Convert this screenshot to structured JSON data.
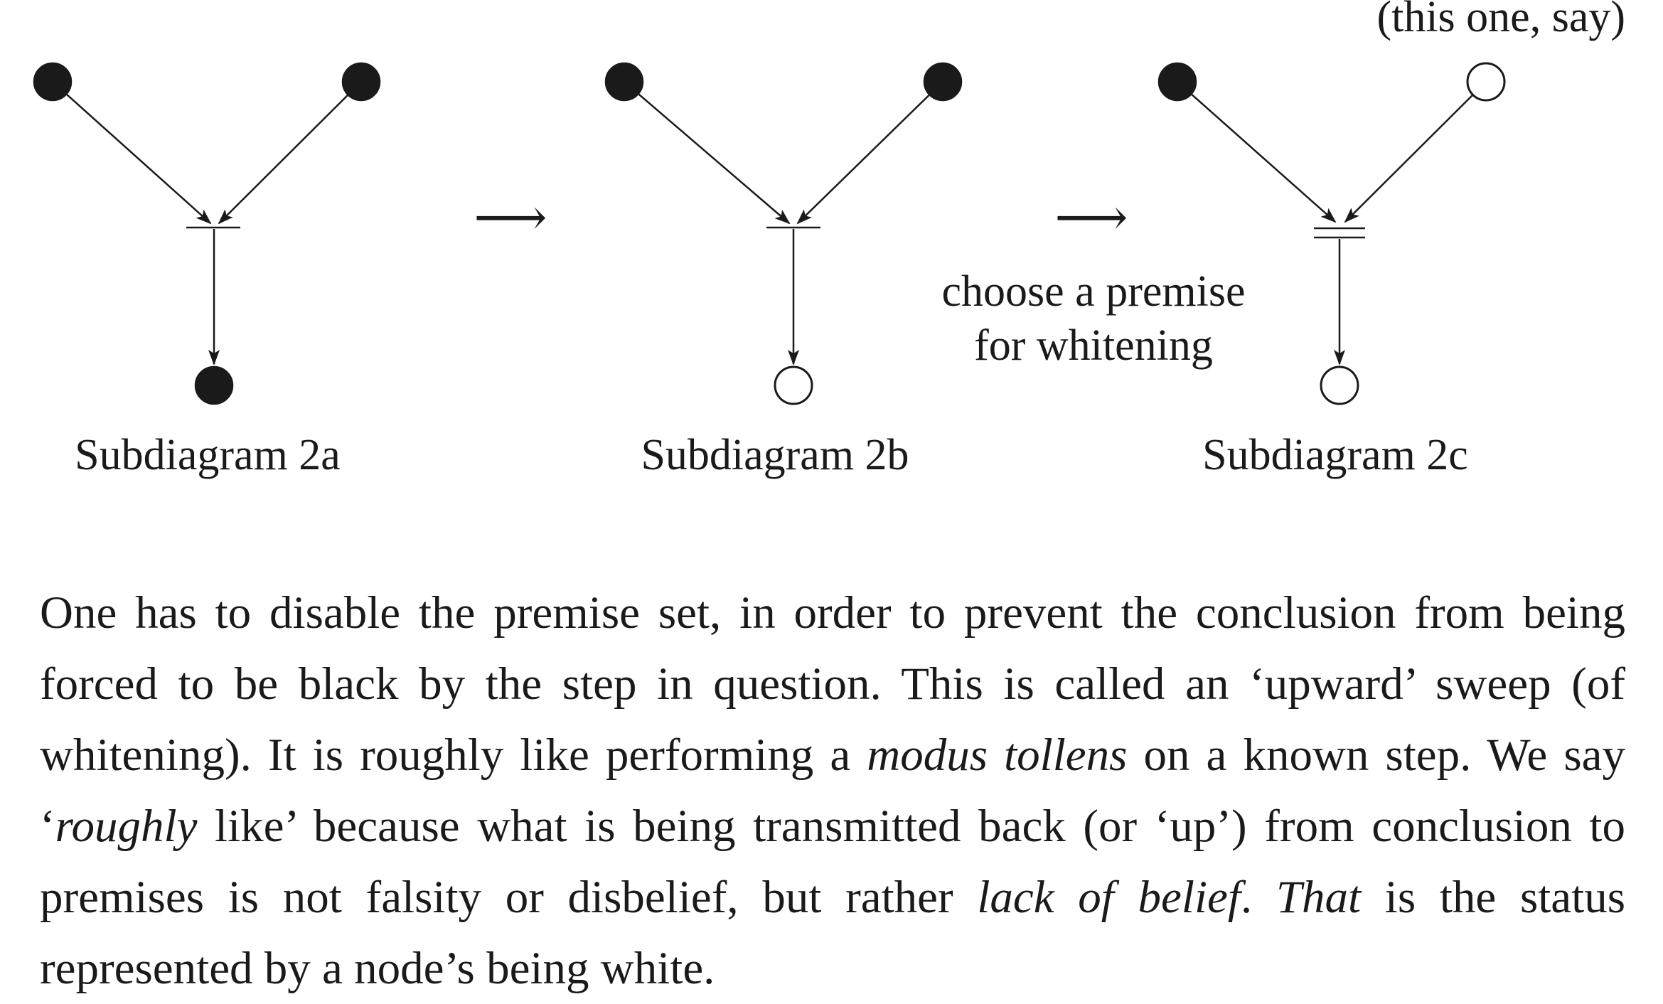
{
  "figure": {
    "subdiagrams": [
      {
        "caption": "Subdiagram 2a",
        "premise_left": "black",
        "premise_right": "black",
        "conclusion": "black",
        "inference_bar": "single"
      },
      {
        "caption": "Subdiagram 2b",
        "premise_left": "black",
        "premise_right": "black",
        "conclusion": "white",
        "inference_bar": "single"
      },
      {
        "caption": "Subdiagram 2c",
        "premise_left": "black",
        "premise_right": "white",
        "conclusion": "white",
        "inference_bar": "double"
      }
    ],
    "transition_arrow": "⟶",
    "note_line1": "choose a premise",
    "note_line2": "for whitening",
    "top_note": "(this one, say)",
    "colors": {
      "black_node": "#1a1a1a",
      "white_node": "#ffffff",
      "stroke": "#1a1a1a"
    }
  },
  "paragraph": {
    "s1": "One has to disable the premise set, in order to prevent the conclusion from being forced to be black by the step in question. This is called an ‘upward’ sweep (of whitening). It is roughly like performing a ",
    "e1": "modus tollens",
    "s2": " on a known step. We say ‘",
    "e2": "roughly",
    "s3": " like’ because what is being transmitted back (or ‘up’) from conclusion to premises is not falsity or disbelief, but rather ",
    "e3": "lack of belief",
    "s4": ". ",
    "e4": "That",
    "s5": " is the status represented by a node’s being white."
  }
}
